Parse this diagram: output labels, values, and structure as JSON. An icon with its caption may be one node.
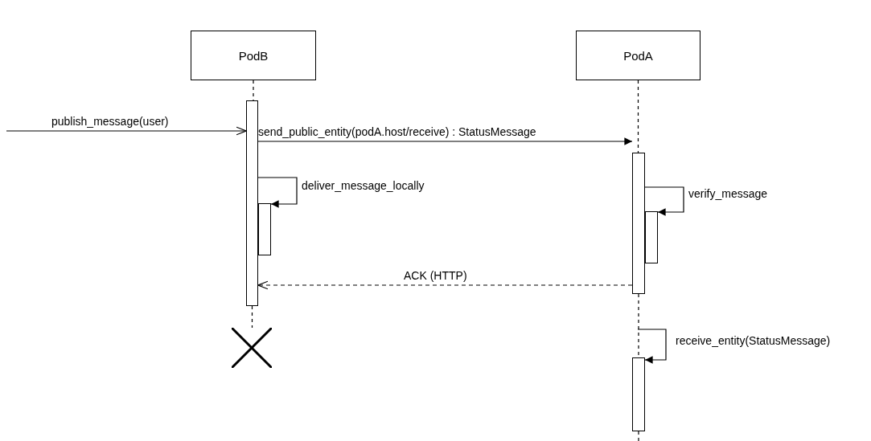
{
  "diagram": {
    "nodes": [
      {
        "text": [
          "PodB"
        ]
      },
      {
        "text": [
          "PodA"
        ]
      },
      {
        "text": [],
        "shape": "bar"
      },
      {
        "text": [],
        "shape": "bar"
      },
      {
        "text": [],
        "shape": "bar"
      },
      {
        "text": [],
        "shape": "bar"
      },
      {
        "text": [],
        "shape": "bar"
      },
      {
        "text": [],
        "shape": "cross"
      }
    ],
    "edges": [
      {
        "from": null,
        "to": 2,
        "arrow": "to",
        "label": "publish_message(user)"
      },
      {
        "from": 2,
        "to": 4,
        "arrow": "to",
        "label": "send_public_entity(podA.host/receive) : StatusMessage"
      },
      {
        "from": 2,
        "to": 3,
        "arrow": "to",
        "label": "deliver_message_locally"
      },
      {
        "from": 4,
        "to": 5,
        "arrow": "to",
        "label": "verify_message"
      },
      {
        "from": 4,
        "to": 2,
        "arrow": "to",
        "label": "ACK (HTTP)",
        "style": "dashed"
      },
      {
        "from": null,
        "to": 6,
        "arrow": "to",
        "label": "receive_entity(StatusMessage)"
      },
      {
        "from": 0,
        "to": 2,
        "arrow": "none",
        "style": "dashed"
      },
      {
        "from": 2,
        "to": 7,
        "arrow": "none",
        "style": "dashed"
      },
      {
        "from": 1,
        "to": 4,
        "arrow": "none",
        "style": "dashed"
      },
      {
        "from": 4,
        "to": 6,
        "arrow": "none",
        "style": "dashed"
      },
      {
        "from": 6,
        "to": null,
        "arrow": "none",
        "style": "dashed"
      }
    ]
  }
}
